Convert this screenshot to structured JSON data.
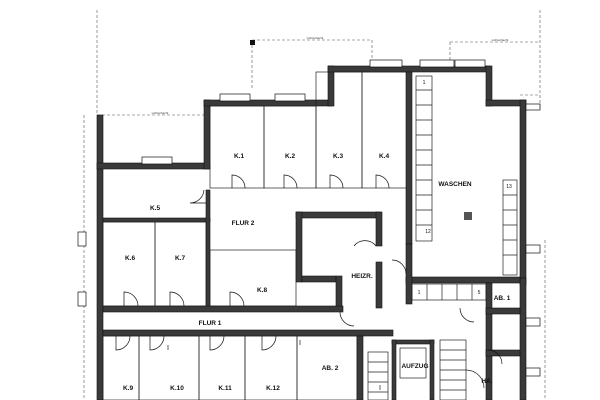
{
  "rooms": {
    "k1": "K.1",
    "k2": "K.2",
    "k3": "K.3",
    "k4": "K.4",
    "k5": "K.5",
    "k6": "K.6",
    "k7": "K.7",
    "k8": "K.8",
    "k9": "K.9",
    "k10": "K.10",
    "k11": "K.11",
    "k12": "K.12",
    "flur1": "FLUR 1",
    "flur2": "FLUR 2",
    "waschen": "WASCHEN",
    "heizr": "HEIZR.",
    "ab1": "AB. 1",
    "ab2": "AB. 2",
    "aufzug": "AUFZUG",
    "ha": "HA."
  },
  "stair_numbers": {
    "n12": "12",
    "n13": "13",
    "n1": "1",
    "n5": "5"
  },
  "annotations": {
    "lichtschacht": "Lichtschacht"
  }
}
